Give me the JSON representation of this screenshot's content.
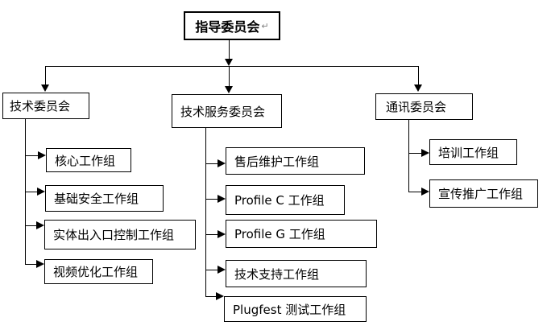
{
  "diagram": {
    "type": "org-chart",
    "root": {
      "label": "指导委员会",
      "paragraph_mark": "↵"
    },
    "committees": [
      {
        "label": "技术委员会",
        "children": [
          {
            "label": "核心工作组"
          },
          {
            "label": "基础安全工作组"
          },
          {
            "label": "实体出入口控制工作组"
          },
          {
            "label": "视频优化工作组"
          }
        ]
      },
      {
        "label": "技术服务委员会",
        "children": [
          {
            "label": "售后维护工作组"
          },
          {
            "label": "Profile C 工作组"
          },
          {
            "label": "Profile G 工作组"
          },
          {
            "label": "技术支持工作组"
          },
          {
            "label": "Plugfest 测试工作组"
          }
        ]
      },
      {
        "label": "通讯委员会",
        "children": [
          {
            "label": "培训工作组"
          },
          {
            "label": "宣传推广工作组"
          }
        ]
      }
    ],
    "colors": {
      "line": "#000000",
      "box_border": "#000000",
      "text": "#000000",
      "paragraph_mark": "#808080",
      "background": "#ffffff"
    }
  }
}
